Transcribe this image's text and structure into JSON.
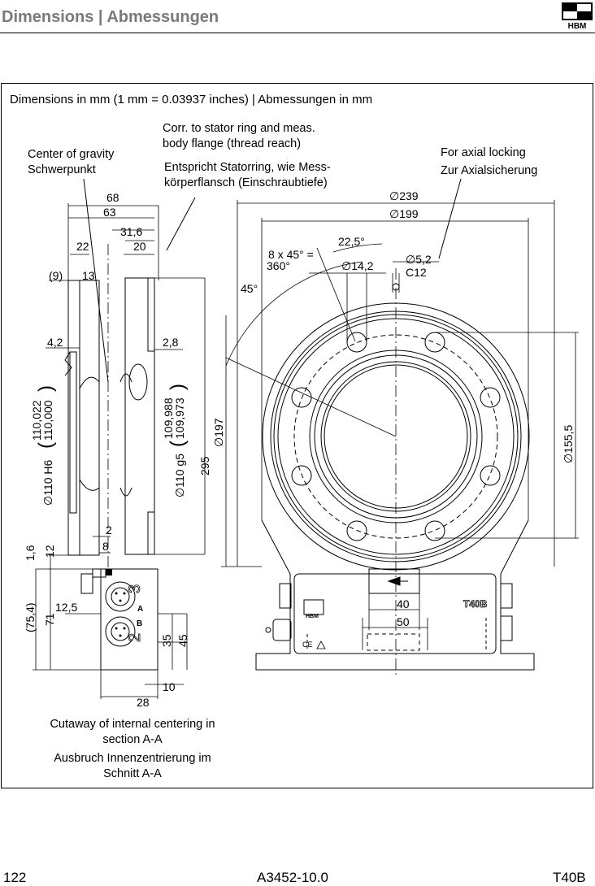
{
  "header": {
    "title": "Dimensions | Abmessungen",
    "logo_text": "HBM",
    "logo_icon": "hbm-logo-icon"
  },
  "caption": "Dimensions in mm (1 mm = 0.03937 inches) | Abmessungen in mm",
  "notes": {
    "center_gravity_en": "Center of gravity",
    "center_gravity_de": "Schwerpunkt",
    "stator_en_1": "Corr. to stator ring and meas.",
    "stator_en_2": "body flange (thread reach)",
    "stator_de_1": "Entspricht Statorring, wie Mess-",
    "stator_de_2": "körperflansch (Einschraubtiefe)",
    "axial_en": "For axial locking",
    "axial_de": "Zur Axialsicherung",
    "cutaway_en_1": "Cutaway of internal centering in",
    "cutaway_en_2": "section A-A",
    "cutaway_de_1": "Ausbruch Innenzentrierung im",
    "cutaway_de_2": "Schnitt A-A"
  },
  "side_view": {
    "dims": [
      "68",
      "63",
      "31,6",
      "22",
      "20",
      "(9)",
      "13",
      "4,2",
      "2,8",
      "295",
      "2",
      "8",
      "1,6",
      "12",
      "12,5",
      "(75,4)",
      "71",
      "35",
      "45",
      "10",
      "28"
    ],
    "bore_h6": "∅110 H6",
    "bore_h6_tol_upper": "110,022",
    "bore_h6_tol_lower": "110,000",
    "shaft_g5": "∅110 g5",
    "shaft_g5_tol_upper": "109,988",
    "shaft_g5_tol_lower": "109,973",
    "conn_a": "A",
    "conn_b": "B",
    "conn_a_num": "3",
    "conn_b_num": "2"
  },
  "front_view": {
    "d239": "∅239",
    "d199": "∅199",
    "angle_22": "22,5°",
    "holes_1": "8 x 45° =",
    "holes_2": "360°",
    "d14": "∅14,2",
    "d5": "∅5,2",
    "c12": "C12",
    "angle_45": "45°",
    "d197": "∅197",
    "d155": "∅155,5",
    "w40": "40",
    "w50": "50",
    "brand": "T40B",
    "small_logo": "HBM",
    "ce_mark": "CE"
  },
  "footer": {
    "page": "122",
    "doc": "A3452-10.0",
    "product": "T40B"
  }
}
